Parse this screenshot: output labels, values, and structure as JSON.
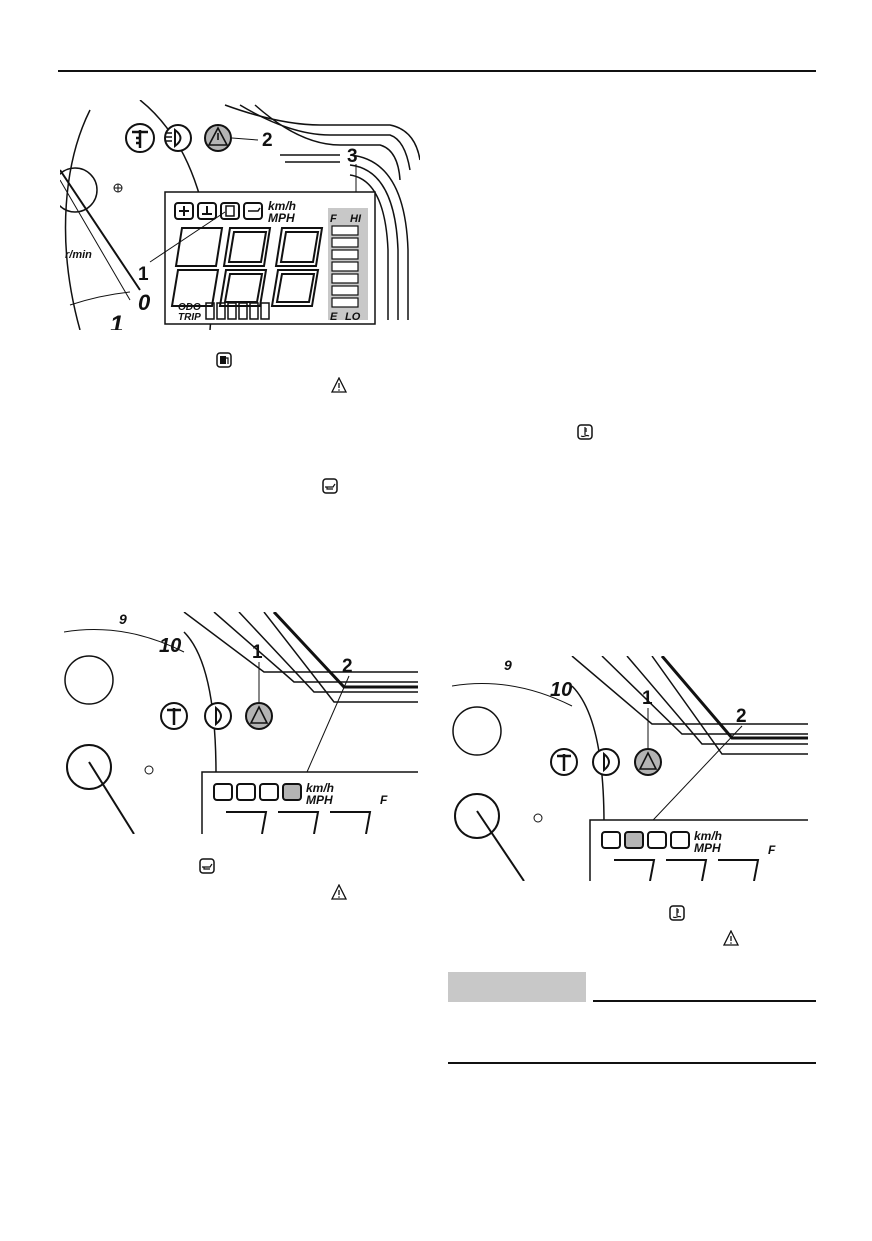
{
  "figures": {
    "fig1": {
      "callouts": [
        "1",
        "2",
        "3"
      ],
      "lcd": {
        "unit_top": "km/h",
        "unit_bottom": "MPH",
        "odo": "ODO",
        "trip": "TRIP",
        "fuel_full": "F",
        "fuel_empty": "E",
        "temp_hi": "HI",
        "temp_lo": "LO"
      },
      "tach_label": "r/min",
      "tach_digits": [
        "1",
        "0"
      ]
    },
    "fig2": {
      "callouts": [
        "1",
        "2"
      ],
      "lcd": {
        "unit_top": "km/h",
        "unit_bottom": "MPH",
        "fuel_full": "F"
      },
      "tach_digits": [
        "9",
        "10"
      ]
    },
    "fig3": {
      "callouts": [
        "1",
        "2"
      ],
      "lcd": {
        "unit_top": "km/h",
        "unit_bottom": "MPH",
        "fuel_full": "F"
      },
      "tach_digits": [
        "9",
        "10"
      ]
    }
  },
  "inline_icons": [
    "fuel-icon",
    "warning-icon",
    "coolant-temperature-icon",
    "oil-icon",
    "oil-icon",
    "warning-icon",
    "coolant-temperature-icon",
    "warning-icon"
  ],
  "colors": {
    "ink": "#111111",
    "indicator_gray": "#b4b4b4",
    "note_gray": "#c8c8c8"
  }
}
